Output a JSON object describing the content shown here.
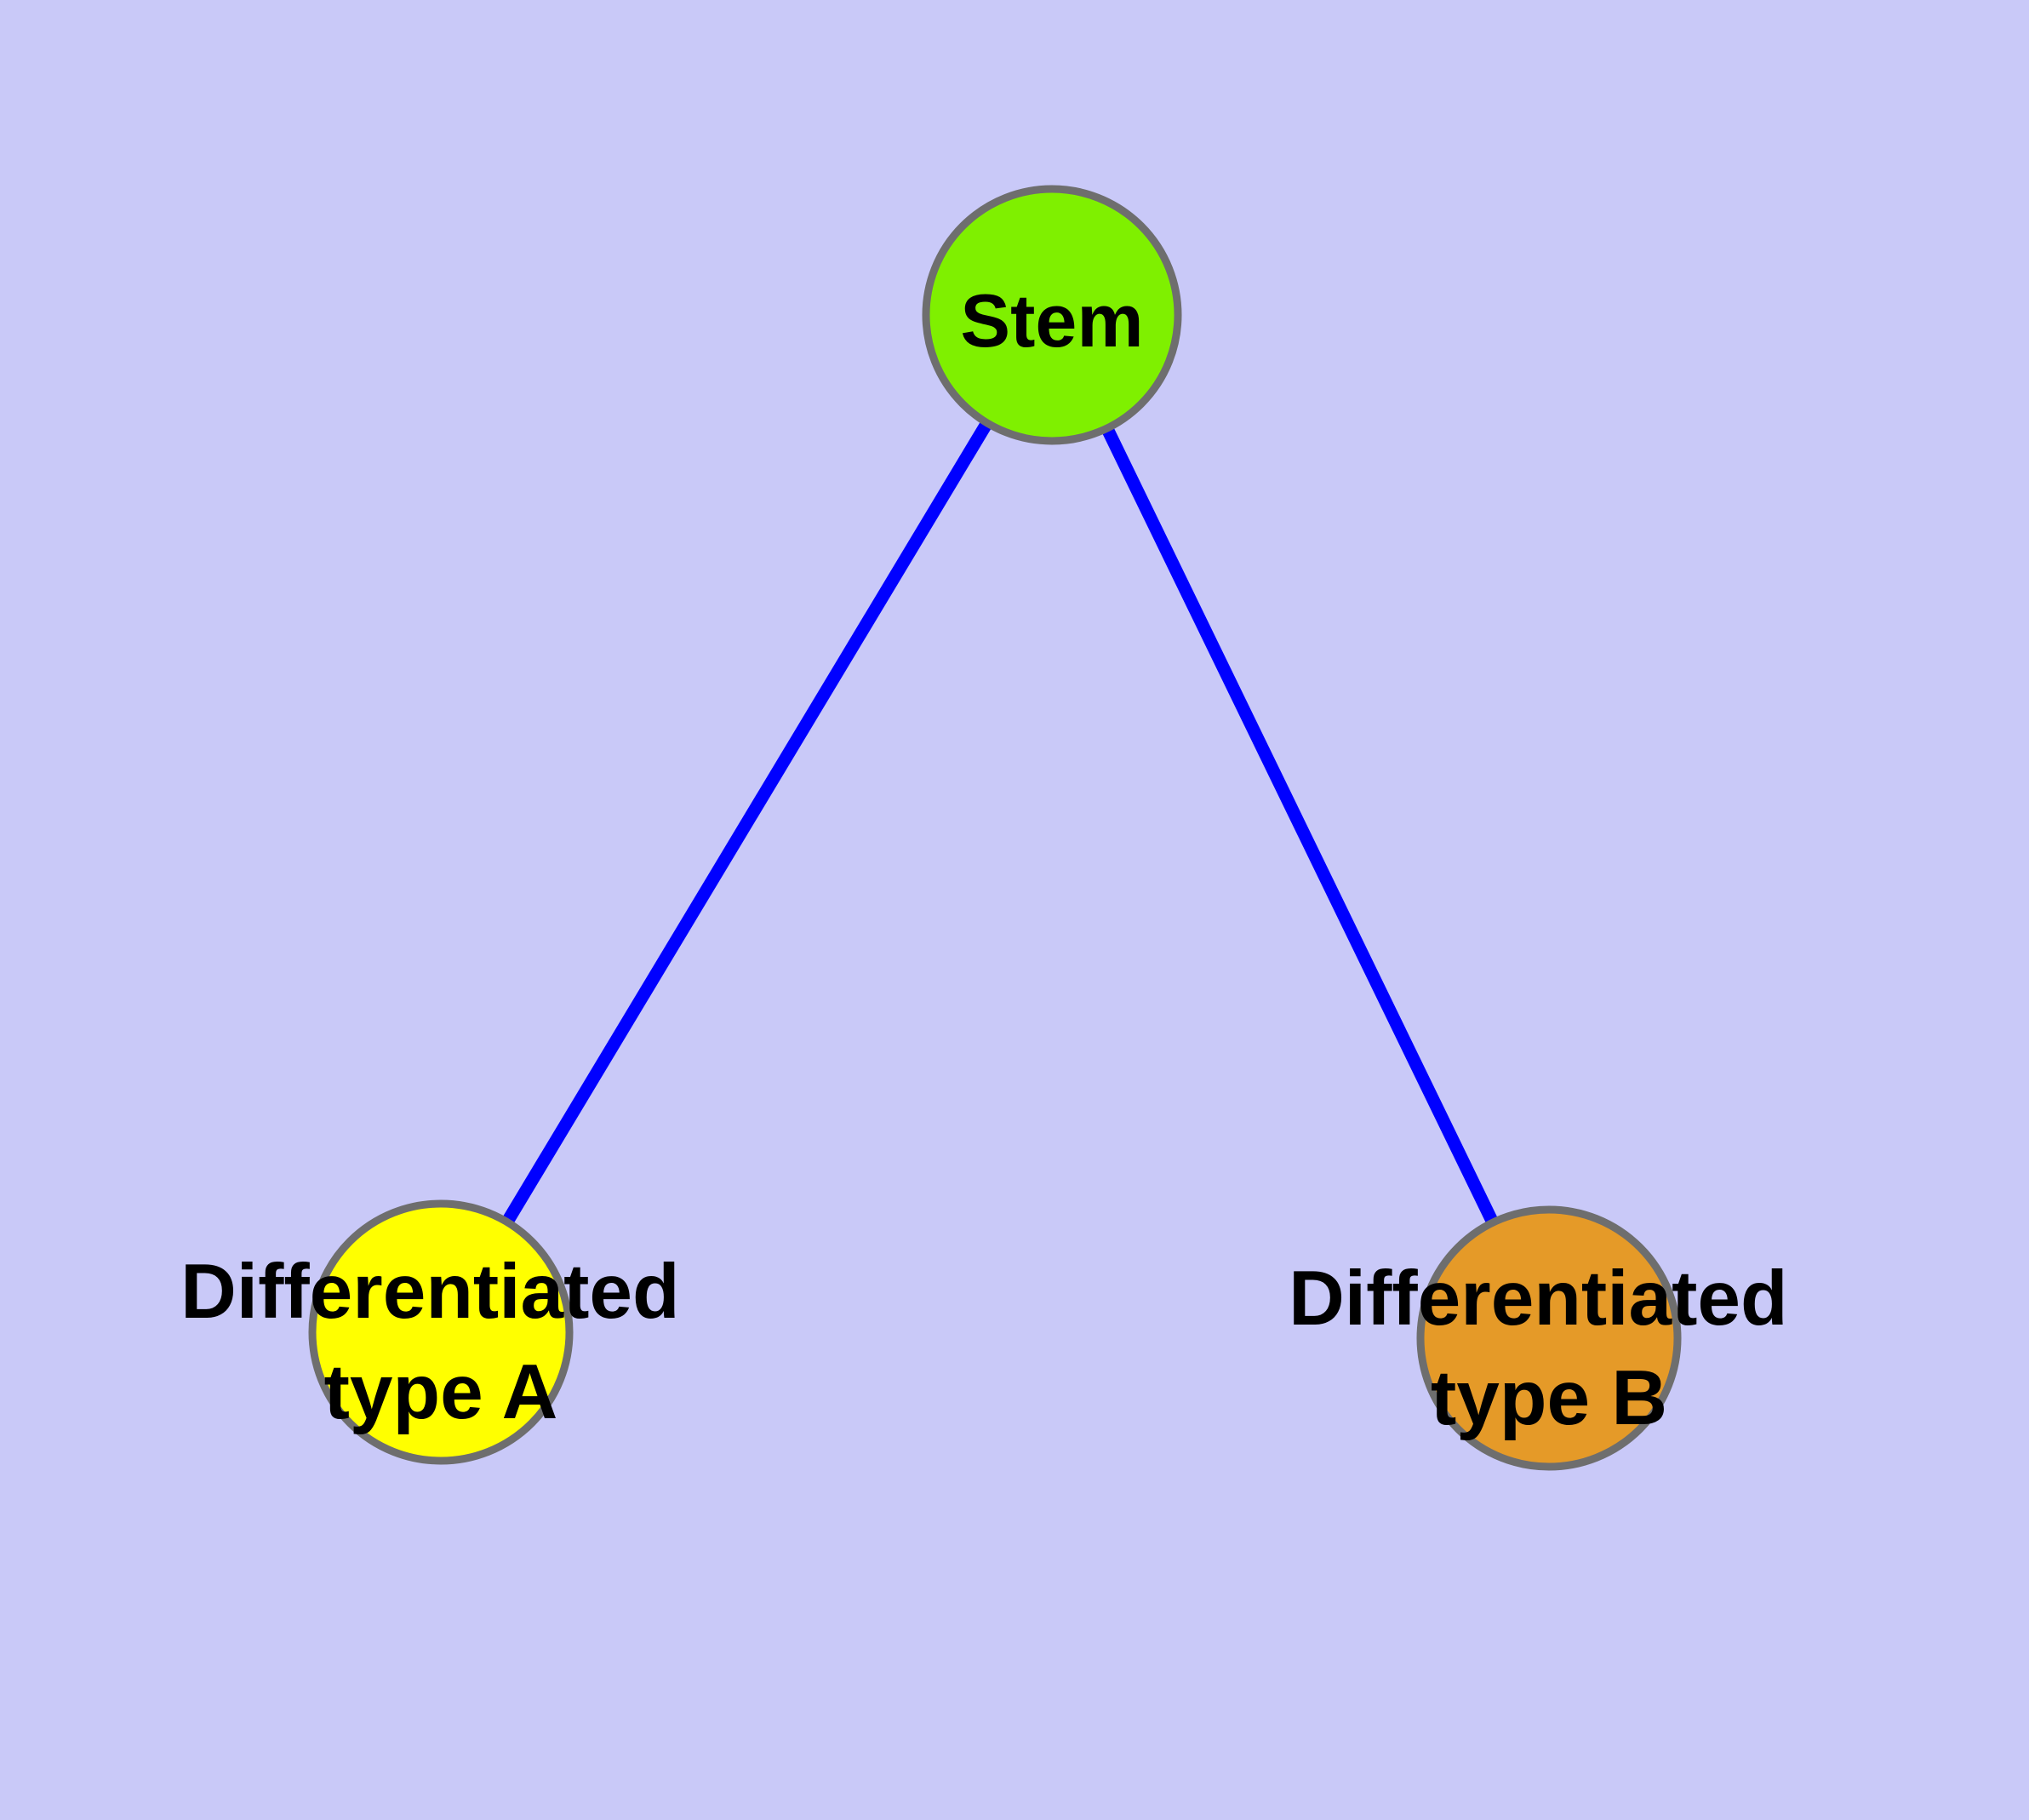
{
  "diagram": {
    "background_color": "#C9C9F8",
    "edge_color": "#0000FF",
    "node_border_color": "#6E6E6E",
    "label_color": "#000000",
    "nodes": {
      "stem": {
        "label": "Stem",
        "fill": "#7FF000"
      },
      "type_a": {
        "label_line1": "Differentiated",
        "label_line2": "type A",
        "fill": "#FFFF00"
      },
      "type_b": {
        "label_line1": "Differentiated",
        "label_line2": "type B",
        "fill": "#E59A28"
      }
    },
    "edges": [
      {
        "from": "Stem",
        "to": "Differentiated type A"
      },
      {
        "from": "Stem",
        "to": "Differentiated type B"
      }
    ]
  }
}
